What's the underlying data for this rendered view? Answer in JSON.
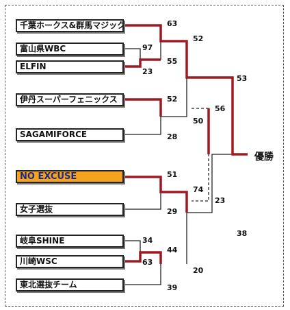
{
  "teams": [
    {
      "name": "千葉ホークス&群馬マジック",
      "highlight": false
    },
    {
      "name": "富山県WBC",
      "highlight": false
    },
    {
      "name": "ELFIN",
      "highlight": false
    },
    {
      "name": "伊丹スーパーフェニックス",
      "highlight": false
    },
    {
      "name": "SAGAMIFORCE",
      "highlight": false
    },
    {
      "name": "NO EXCUSE",
      "highlight": true
    },
    {
      "name": "女子選抜",
      "highlight": false
    },
    {
      "name": "岐阜SHINE",
      "highlight": false
    },
    {
      "name": "川崎WSC",
      "highlight": false
    },
    {
      "name": "東北選抜チーム",
      "highlight": false
    }
  ],
  "scores": {
    "s63a": "63",
    "s97": "97",
    "s23a": "23",
    "s55": "55",
    "s52a": "52",
    "s52b": "52",
    "s28": "28",
    "s53": "53",
    "s56": "56",
    "s50": "50",
    "s51": "51",
    "s29": "29",
    "s74": "74",
    "s23b": "23",
    "s34": "34",
    "s44": "44",
    "s63b": "63",
    "s20": "20",
    "s39": "39",
    "s38": "38"
  },
  "champion_label": "優勝",
  "colors": {
    "winner_line": "#a01820",
    "loser_line": "#222222",
    "highlight_fill": "#f5a21c",
    "highlight_text": "#1c2a8c"
  }
}
